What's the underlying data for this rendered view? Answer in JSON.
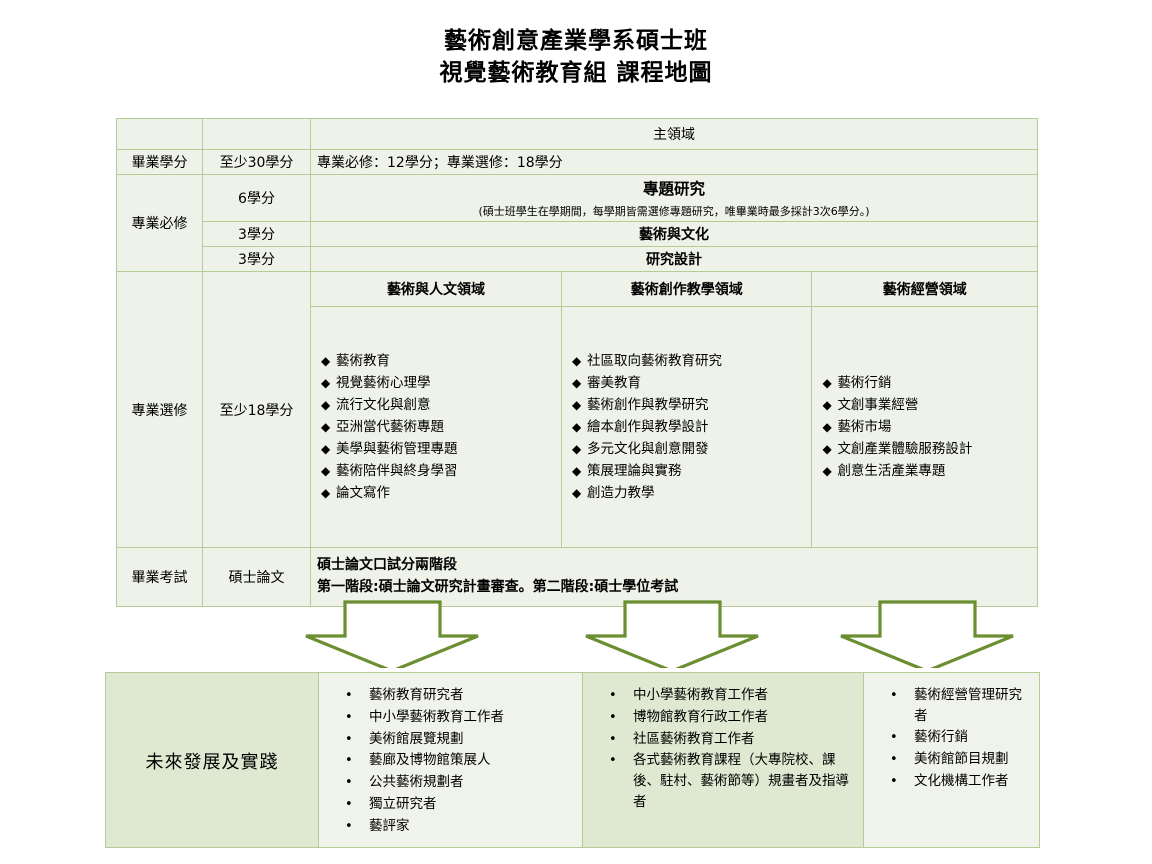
{
  "title": {
    "line1": "藝術創意產業學系碩士班",
    "line2": "視覺藝術教育組 課程地圖"
  },
  "table": {
    "main_domain_header": "主領域",
    "rows": {
      "graduation_credits": {
        "label": "畢業學分",
        "credit": "至少30學分",
        "content": "專業必修：12學分；專業選修：18學分"
      },
      "required": {
        "label": "專業必修",
        "items": [
          {
            "credit": "6學分",
            "title": "專題研究",
            "note": "(碩士班學生在學期間，每學期皆需選修專題研究，唯畢業時最多採計3次6學分。)"
          },
          {
            "credit": "3學分",
            "title": "藝術與文化",
            "note": ""
          },
          {
            "credit": "3學分",
            "title": "研究設計",
            "note": ""
          }
        ]
      },
      "elective": {
        "label": "專業選修",
        "credit": "至少18學分",
        "domains": [
          {
            "name": "藝術與人文領域",
            "courses": [
              "藝術教育",
              "視覺藝術心理學",
              "流行文化與創意",
              "亞洲當代藝術專題",
              "美學與藝術管理專題",
              "藝術陪伴與終身學習",
              "論文寫作"
            ]
          },
          {
            "name": "藝術創作教學領域",
            "courses": [
              "社區取向藝術教育研究",
              "審美教育",
              "藝術創作與教學研究",
              "繪本創作與教學設計",
              "多元文化與創意開發",
              "策展理論與實務",
              "創造力教學"
            ]
          },
          {
            "name": "藝術經營領域",
            "courses": [
              "藝術行銷",
              "文創事業經營",
              "藝術市場",
              "文創產業體驗服務設計",
              "創意生活產業專題"
            ]
          }
        ]
      },
      "exam": {
        "label": "畢業考試",
        "credit": "碩士論文",
        "content_line1": "碩士論文口試分兩階段",
        "content_line2": "第一階段:碩士論文研究計畫審查。第二階段:碩士學位考試"
      }
    }
  },
  "future": {
    "label": "未來發展及實踐",
    "columns": [
      {
        "items": [
          "藝術教育研究者",
          "中小學藝術教育工作者",
          "美術館展覽規劃",
          "藝廊及博物館策展人",
          "公共藝術規劃者",
          "獨立研究者",
          "藝評家"
        ]
      },
      {
        "items": [
          "中小學藝術教育工作者",
          "博物館教育行政工作者",
          "社區藝術教育工作者",
          "各式藝術教育課程（大專院校、課後、駐村、藝術節等）規畫者及指導者"
        ]
      },
      {
        "items": [
          "藝術經營管理研究者",
          "藝術行銷",
          "美術館節目規劃",
          "文化機構工作者"
        ]
      }
    ]
  },
  "icons": {
    "diamond_bullet": "◆",
    "round_bullet": "•"
  },
  "colors": {
    "border_green": "#b6cc96",
    "cell_light": "#eef2e8",
    "cell_green": "#dfe8d0",
    "arrow_stroke": "#6b8e31"
  }
}
